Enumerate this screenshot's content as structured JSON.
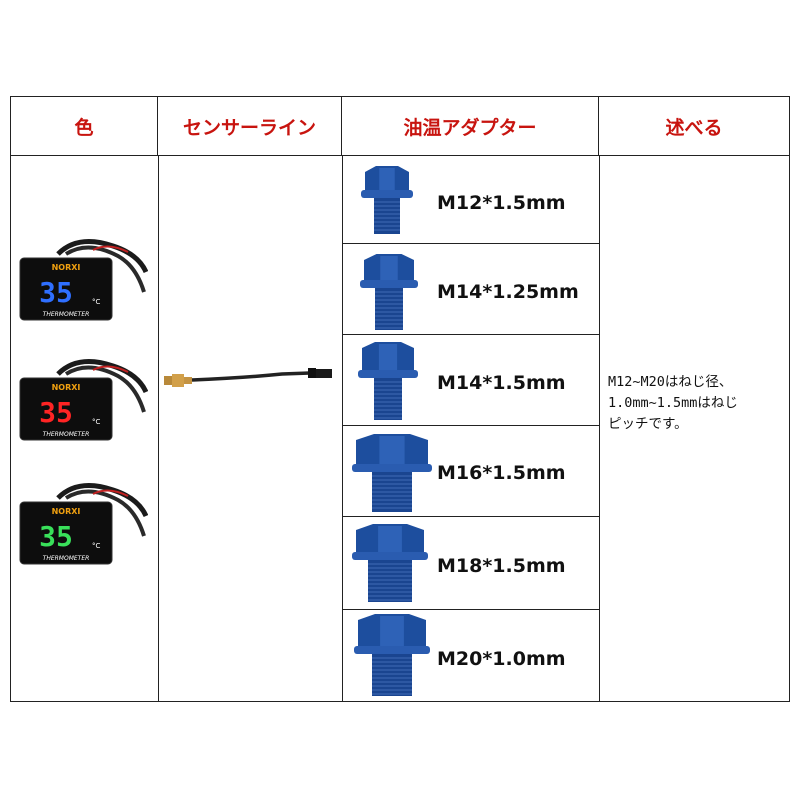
{
  "headers": [
    "色",
    "センサーライン",
    "油温アダプター",
    "述べる"
  ],
  "thermometers": [
    {
      "brand": "NORXI",
      "reading": "35",
      "unit": "°C",
      "label": "THERMOMETER",
      "digit_color": "#2f6fff"
    },
    {
      "brand": "NORXI",
      "reading": "35",
      "unit": "°C",
      "label": "THERMOMETER",
      "digit_color": "#ff2424"
    },
    {
      "brand": "NORXI",
      "reading": "35",
      "unit": "°C",
      "label": "THERMOMETER",
      "digit_color": "#39e05a"
    }
  ],
  "adapters": [
    "M12*1.5mm",
    "M14*1.25mm",
    "M14*1.5mm",
    "M16*1.5mm",
    "M18*1.5mm",
    "M20*1.0mm"
  ],
  "note": "M12~M20はねじ径、\n1.0mm~1.5mmはねじ\nピッチです。",
  "colors": {
    "header_text": "#c8140f",
    "adapter_blue": "#1d4e9e",
    "border": "#222222"
  }
}
